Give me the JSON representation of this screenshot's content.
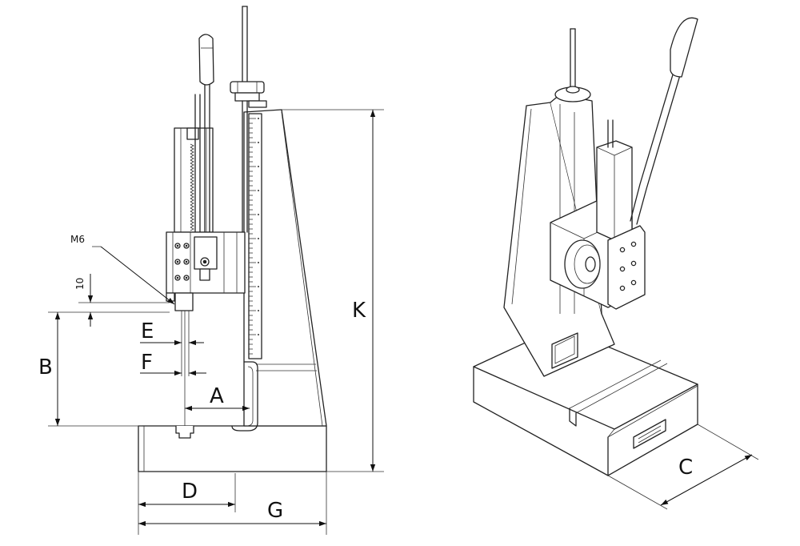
{
  "labels": {
    "a": "A",
    "b": "B",
    "c": "C",
    "d": "D",
    "e": "E",
    "f": "F",
    "g": "G",
    "k": "K",
    "m6": "M6",
    "ten": "10"
  },
  "colors": {
    "line": "#222222",
    "background": "#ffffff"
  }
}
